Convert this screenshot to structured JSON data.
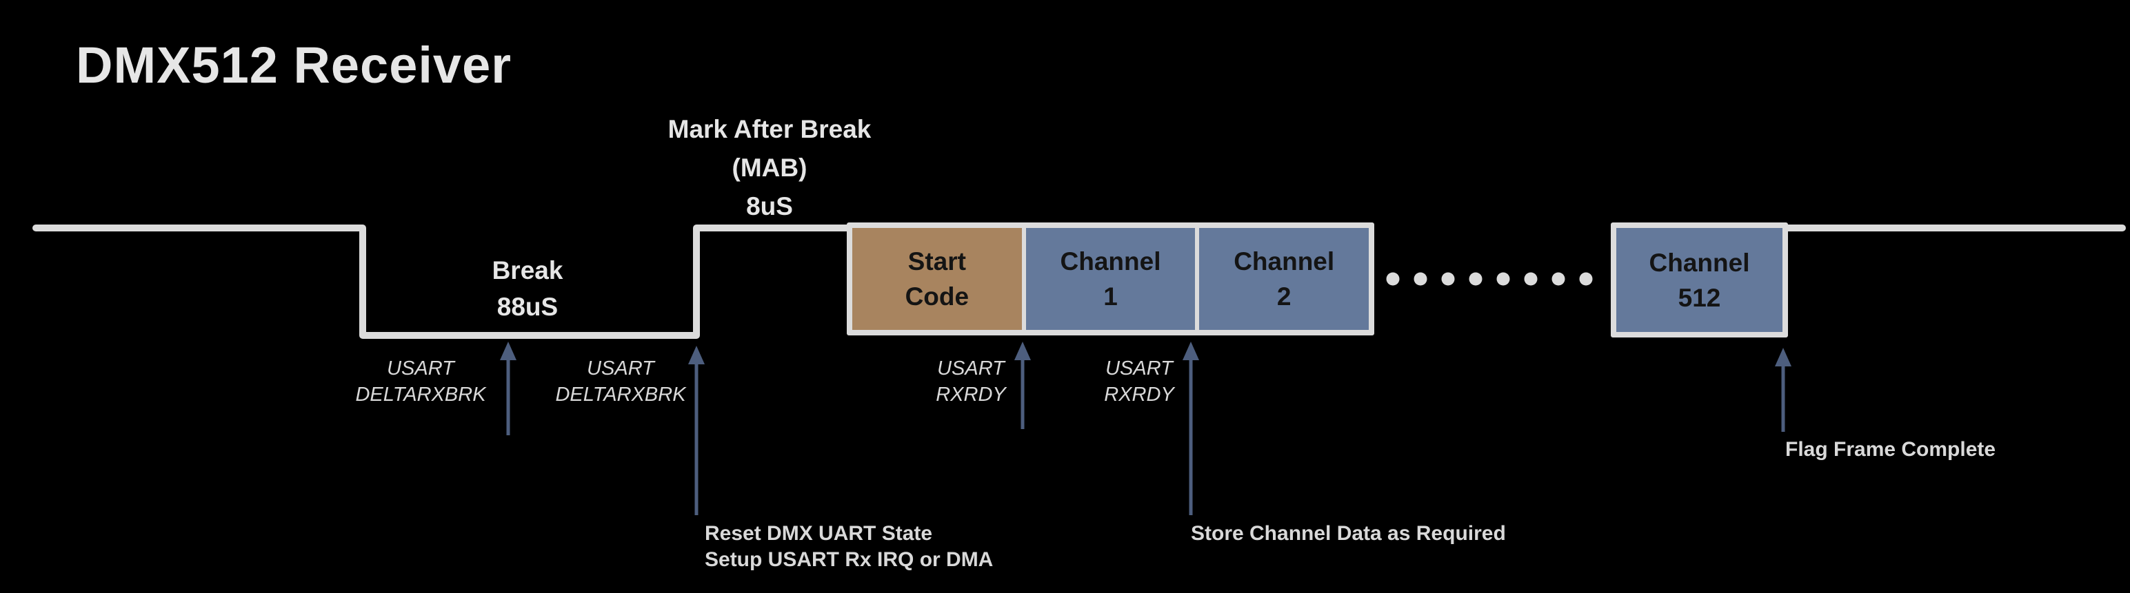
{
  "title": "DMX512 Receiver",
  "colors": {
    "background": "#000000",
    "waveform": "#dcdcdc",
    "start_code_fill": "#a8845f",
    "channel_fill": "#64799b",
    "arrow": "#4d5e7e",
    "label_text": "#d9d9d9",
    "box_text": "#141414",
    "title_text": "#e6e6e6"
  },
  "waveform": {
    "mab_label": "Mark After Break\n(MAB)\n8uS",
    "break_label": "Break\n88uS",
    "slots": [
      {
        "label": "Start\nCode"
      },
      {
        "label": "Channel\n1"
      },
      {
        "label": "Channel\n2"
      },
      {
        "label": "Channel\n512"
      }
    ]
  },
  "annotations": {
    "deltarxbrk_first": "USART\nDELTARXBRK",
    "deltarxbrk_second": "USART\nDELTARXBRK",
    "rxrdy_first": "USART\nRXRDY",
    "rxrdy_second": "USART\nRXRDY",
    "reset_note": "Reset DMX UART State\nSetup USART Rx IRQ or DMA",
    "store_note": "Store Channel Data as Required",
    "flag_note": "Flag Frame Complete"
  }
}
